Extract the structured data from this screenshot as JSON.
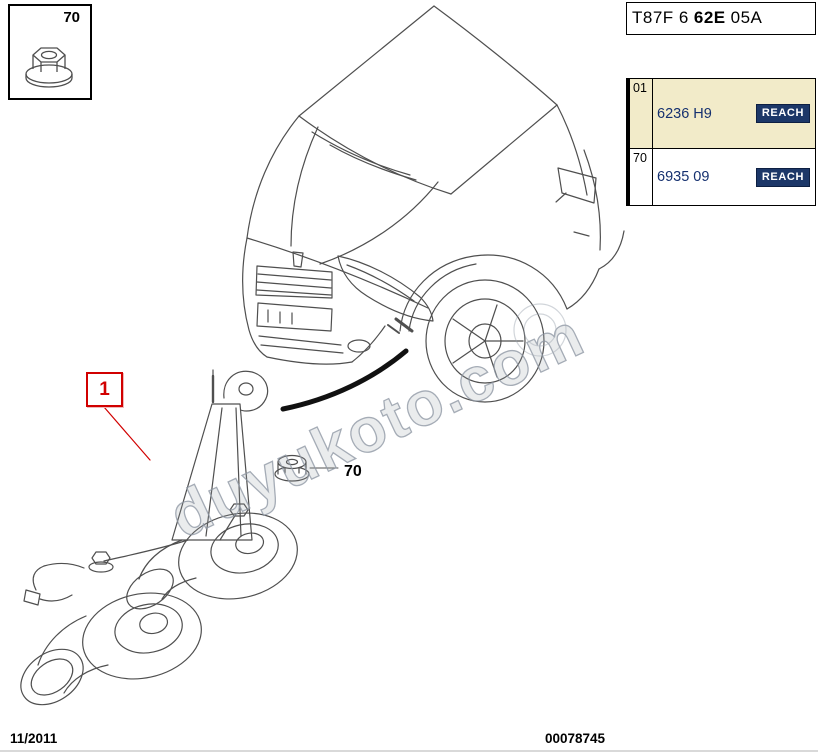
{
  "colors": {
    "accent_red": "#d10000",
    "highlight_bg": "#f2ebc9",
    "reach_bg": "#1c3768",
    "part_link_blue": "#15306f",
    "line_gray": "#4f4f4f",
    "watermark_gray": "#98a0ab"
  },
  "inset": {
    "label": "70",
    "icon": "flanged-nut-icon"
  },
  "diagram": {
    "callout_1": "1",
    "callout_70": "70",
    "watermark": "duyukoto.com"
  },
  "panel": {
    "title": {
      "prefix": "T87F 6",
      "bold": "62E",
      "suffix": "05A"
    },
    "rows": [
      {
        "index": "01",
        "part": "6236 H9",
        "badge": "REACH",
        "highlighted": true
      },
      {
        "index": "70",
        "part": "6935 09",
        "badge": "REACH",
        "highlighted": false
      }
    ]
  },
  "footer": {
    "date": "11/2011",
    "number": "00078745"
  }
}
